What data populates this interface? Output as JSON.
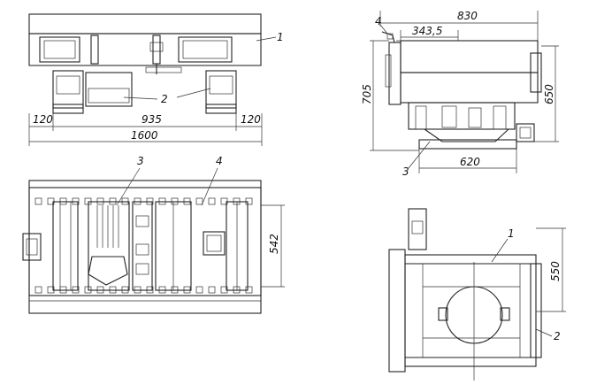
{
  "views": {
    "front": {
      "dims": {
        "left_overhang": "120",
        "span": "935",
        "right_overhang": "120",
        "total": "1600"
      },
      "callouts": [
        "1",
        "2"
      ]
    },
    "side": {
      "dims": {
        "width_top": "830",
        "offset": "343,5",
        "height": "705",
        "height_right": "650",
        "base": "620"
      },
      "callouts": [
        "4",
        "3"
      ]
    },
    "plan": {
      "dims": {
        "width": "542"
      },
      "callouts": [
        "3",
        "4"
      ]
    },
    "small_plan": {
      "dims": {
        "height": "550"
      },
      "callouts": [
        "1",
        "2"
      ]
    }
  }
}
